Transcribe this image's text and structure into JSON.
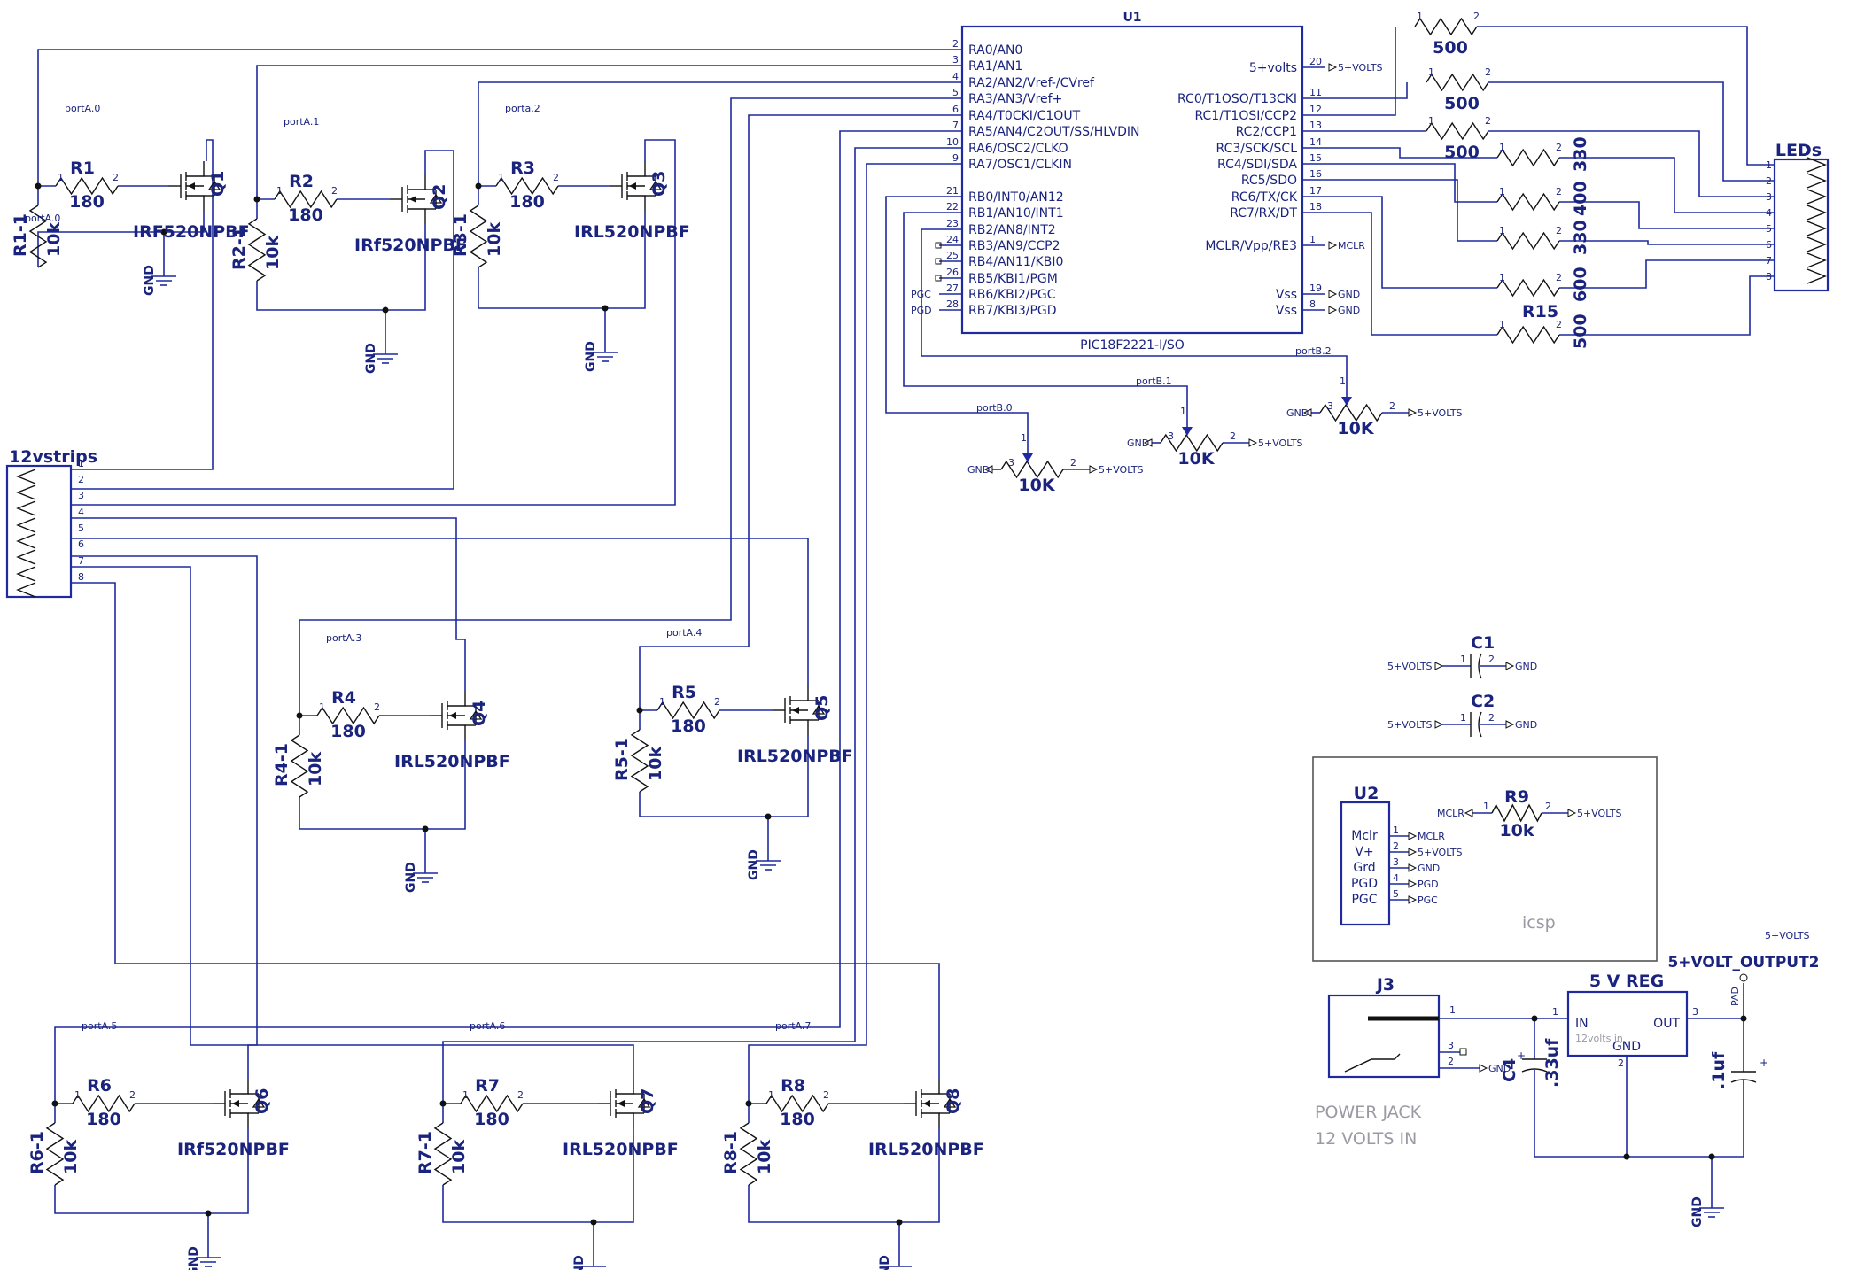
{
  "u1": {
    "ref": "U1",
    "part": "PIC18F2221-I/SO",
    "left": [
      [
        "2",
        "RA0/AN0"
      ],
      [
        "3",
        "RA1/AN1"
      ],
      [
        "4",
        "RA2/AN2/Vref-/CVref"
      ],
      [
        "5",
        "RA3/AN3/Vref+"
      ],
      [
        "6",
        "RA4/T0CKI/C1OUT"
      ],
      [
        "7",
        "RA5/AN4/C2OUT/SS/HLVDIN"
      ],
      [
        "10",
        "RA6/OSC2/CLKO"
      ],
      [
        "9",
        "RA7/OSC1/CLKIN"
      ],
      [
        "21",
        "RB0/INT0/AN12"
      ],
      [
        "22",
        "RB1/AN10/INT1"
      ],
      [
        "23",
        "RB2/AN8/INT2"
      ],
      [
        "24",
        "RB3/AN9/CCP2"
      ],
      [
        "25",
        "RB4/AN11/KBI0"
      ],
      [
        "26",
        "RB5/KBI1/PGM"
      ],
      [
        "27",
        "RB6/KBI2/PGC"
      ],
      [
        "28",
        "RB7/KBI3/PGD"
      ]
    ],
    "right": [
      [
        "20",
        "5+volts"
      ],
      [
        "11",
        "RC0/T1OSO/T13CKI"
      ],
      [
        "12",
        "RC1/T1OSI/CCP2"
      ],
      [
        "13",
        "RC2/CCP1"
      ],
      [
        "14",
        "RC3/SCK/SCL"
      ],
      [
        "15",
        "RC4/SDI/SDA"
      ],
      [
        "16",
        "RC5/SDO"
      ],
      [
        "17",
        "RC6/TX/CK"
      ],
      [
        "18",
        "RC7/RX/DT"
      ],
      [
        "1",
        "MCLR/Vpp/RE3"
      ],
      [
        "19",
        "Vss"
      ],
      [
        "8",
        "Vss"
      ]
    ],
    "right_nets": [
      "5+VOLTS",
      "MCLR",
      "GND",
      "GND"
    ],
    "left_nets": [
      "PGC",
      "PGD"
    ]
  },
  "channels": [
    {
      "port": "portA.0",
      "r": "R1",
      "rv": "180",
      "pd": "R1-1",
      "pdv": "10k",
      "q": "Q1",
      "part": "IRF520NPBF"
    },
    {
      "port": "portA.1",
      "r": "R2",
      "rv": "180",
      "pd": "R2-1",
      "pdv": "10k",
      "q": "Q2",
      "part": "IRf520NPBF"
    },
    {
      "port": "porta.2",
      "r": "R3",
      "rv": "180",
      "pd": "R3-1",
      "pdv": "10k",
      "q": "Q3",
      "part": "IRL520NPBF"
    },
    {
      "port": "portA.3",
      "r": "R4",
      "rv": "180",
      "pd": "R4-1",
      "pdv": "10k",
      "q": "Q4",
      "part": "IRL520NPBF"
    },
    {
      "port": "portA.4",
      "r": "R5",
      "rv": "180",
      "pd": "R5-1",
      "pdv": "10k",
      "q": "Q5",
      "part": "IRL520NPBF"
    },
    {
      "port": "portA.5",
      "r": "R6",
      "rv": "180",
      "pd": "R6-1",
      "pdv": "10k",
      "q": "Q6",
      "part": "IRf520NPBF"
    },
    {
      "port": "portA.6",
      "r": "R7",
      "rv": "180",
      "pd": "R7-1",
      "pdv": "10k",
      "q": "Q7",
      "part": "IRL520NPBF"
    },
    {
      "port": "portA.7",
      "r": "R8",
      "rv": "180",
      "pd": "R8-1",
      "pdv": "10k",
      "q": "Q8",
      "part": "IRL520NPBF"
    }
  ],
  "extra_label": "portA.0",
  "gnd": "GND",
  "vcc": "5+VOLTS",
  "strips": {
    "title": "12vstrips",
    "pins": [
      "1",
      "2",
      "3",
      "4",
      "5",
      "6",
      "7",
      "8"
    ]
  },
  "leds": {
    "title": "LEDs",
    "pins": [
      "1",
      "2",
      "3",
      "4",
      "5",
      "6",
      "7",
      "8"
    ]
  },
  "led_resistors": [
    {
      "value": "500",
      "ref": ""
    },
    {
      "value": "500",
      "ref": ""
    },
    {
      "value": "500",
      "ref": ""
    },
    {
      "value": "330",
      "ref": ""
    },
    {
      "value": "400",
      "ref": ""
    },
    {
      "value": "330",
      "ref": ""
    },
    {
      "value": "600",
      "ref": ""
    },
    {
      "value": "500",
      "ref": "R15"
    }
  ],
  "pots": [
    {
      "port": "portB.0",
      "value": "10K"
    },
    {
      "port": "portB.1",
      "value": "10K"
    },
    {
      "port": "portB.2",
      "value": "10K"
    }
  ],
  "caps": [
    {
      "ref": "C1"
    },
    {
      "ref": "C2"
    }
  ],
  "icsp": {
    "title": "icsp",
    "u2": "U2",
    "pins": [
      [
        "Mclr",
        "MCLR"
      ],
      [
        "V+",
        "5+VOLTS"
      ],
      [
        "Grd",
        "GND"
      ],
      [
        "PGD",
        "PGD"
      ],
      [
        "PGC",
        "PGC"
      ]
    ],
    "r9": "R9",
    "r9v": "10k",
    "r9net": "MCLR"
  },
  "power": {
    "j3": "J3",
    "jack1": "POWER JACK",
    "jack2": "12 VOLTS IN",
    "reg": "5 V REG",
    "in": "IN",
    "out": "OUT",
    "gnd": "GND",
    "hint": "12volts in",
    "c4": "C4",
    "c4v": ".33uf",
    "c5v": ".1uf",
    "output": "5+VOLT_OUTPUT2",
    "pad": "PAD",
    "vlabel": "5+VOLTS"
  },
  "pinnums": {
    "one": "1",
    "two": "2",
    "three": "3"
  }
}
